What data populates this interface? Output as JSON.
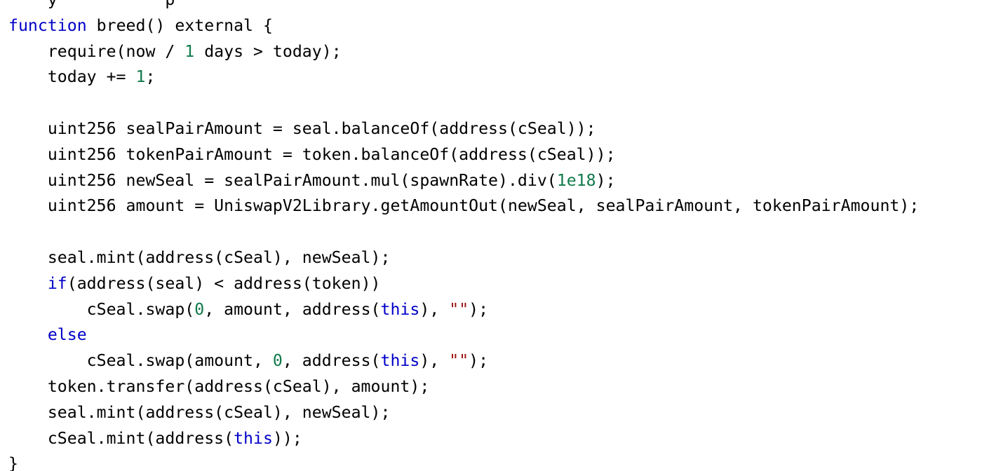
{
  "colors": {
    "background": "#ffffff",
    "text": "#000000",
    "keyword": "#0000c8",
    "number": "#117a4b",
    "string": "#9a0e0e"
  },
  "code": {
    "lines": [
      [
        {
          "t": "    ",
          "k": "plain"
        },
        {
          "t": "y",
          "k": "plain"
        },
        {
          "t": "           ",
          "k": "plain"
        },
        {
          "t": "p",
          "k": "plain"
        }
      ],
      [
        {
          "t": "function",
          "k": "kw"
        },
        {
          "t": " breed() external {",
          "k": "plain"
        }
      ],
      [
        {
          "t": "    require(now / ",
          "k": "plain"
        },
        {
          "t": "1",
          "k": "num"
        },
        {
          "t": " days > today);",
          "k": "plain"
        }
      ],
      [
        {
          "t": "    today += ",
          "k": "plain"
        },
        {
          "t": "1",
          "k": "num"
        },
        {
          "t": ";",
          "k": "plain"
        }
      ],
      [
        {
          "t": "",
          "k": "plain"
        }
      ],
      [
        {
          "t": "    uint256 sealPairAmount = seal.balanceOf(address(cSeal));",
          "k": "plain"
        }
      ],
      [
        {
          "t": "    uint256 tokenPairAmount = token.balanceOf(address(cSeal));",
          "k": "plain"
        }
      ],
      [
        {
          "t": "    uint256 newSeal = sealPairAmount.mul(spawnRate).div(",
          "k": "plain"
        },
        {
          "t": "1e18",
          "k": "num"
        },
        {
          "t": ");",
          "k": "plain"
        }
      ],
      [
        {
          "t": "    uint256 amount = UniswapV2Library.getAmountOut(newSeal, sealPairAmount, tokenPairAmount);",
          "k": "plain"
        }
      ],
      [
        {
          "t": "",
          "k": "plain"
        }
      ],
      [
        {
          "t": "    seal.mint(address(cSeal), newSeal);",
          "k": "plain"
        }
      ],
      [
        {
          "t": "    ",
          "k": "plain"
        },
        {
          "t": "if",
          "k": "kw"
        },
        {
          "t": "(address(seal) < address(token))",
          "k": "plain"
        }
      ],
      [
        {
          "t": "        cSeal.swap(",
          "k": "plain"
        },
        {
          "t": "0",
          "k": "num"
        },
        {
          "t": ", amount, address(",
          "k": "plain"
        },
        {
          "t": "this",
          "k": "kw"
        },
        {
          "t": "), ",
          "k": "plain"
        },
        {
          "t": "\"\"",
          "k": "str"
        },
        {
          "t": ");",
          "k": "plain"
        }
      ],
      [
        {
          "t": "    ",
          "k": "plain"
        },
        {
          "t": "else",
          "k": "kw"
        }
      ],
      [
        {
          "t": "        cSeal.swap(amount, ",
          "k": "plain"
        },
        {
          "t": "0",
          "k": "num"
        },
        {
          "t": ", address(",
          "k": "plain"
        },
        {
          "t": "this",
          "k": "kw"
        },
        {
          "t": "), ",
          "k": "plain"
        },
        {
          "t": "\"\"",
          "k": "str"
        },
        {
          "t": ");",
          "k": "plain"
        }
      ],
      [
        {
          "t": "    token.transfer(address(cSeal), amount);",
          "k": "plain"
        }
      ],
      [
        {
          "t": "    seal.mint(address(cSeal), newSeal);",
          "k": "plain"
        }
      ],
      [
        {
          "t": "    cSeal.mint(address(",
          "k": "plain"
        },
        {
          "t": "this",
          "k": "kw"
        },
        {
          "t": "));",
          "k": "plain"
        }
      ],
      [
        {
          "t": "}",
          "k": "plain"
        }
      ]
    ]
  }
}
